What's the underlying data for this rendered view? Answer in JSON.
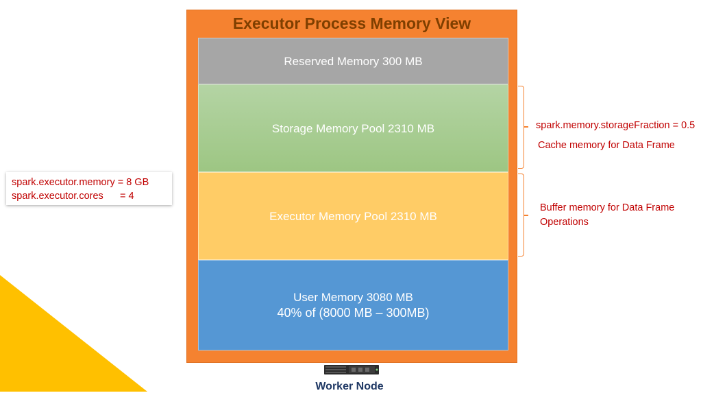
{
  "colors": {
    "frame": "#F58230",
    "reserved": "#A6A6A6",
    "storage": "#A9CD94",
    "executor": "#FFCC66",
    "user": "#5597D4",
    "annotation_text": "#C00000",
    "corner_accent": "#FFC000"
  },
  "config": {
    "line1": "spark.executor.memory = 8 GB",
    "line2": "spark.executor.cores      = 4"
  },
  "frame": {
    "title": "Executor Process Memory View"
  },
  "segments": {
    "reserved": "Reserved Memory 300 MB",
    "storage": "Storage Memory Pool 2310 MB",
    "executor": "Executor Memory Pool 2310 MB",
    "user_line1": "User Memory 3080 MB",
    "user_line2": "40% of (8000 MB – 300MB)"
  },
  "annotations": {
    "storage_fraction": "spark.memory.storageFraction = 0.5",
    "storage_desc": "Cache memory for Data Frame",
    "executor_desc_line1": "Buffer memory for Data Frame",
    "executor_desc_line2": "Operations"
  },
  "worker": {
    "icon": "server-icon",
    "label": "Worker Node"
  }
}
